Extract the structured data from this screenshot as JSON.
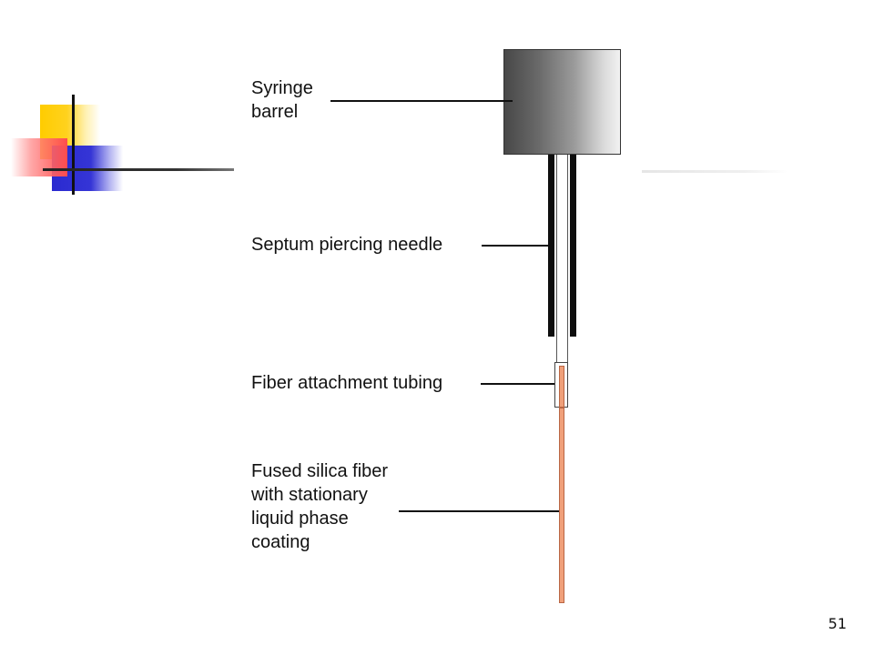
{
  "diagram": {
    "labels": {
      "syringe_barrel": [
        "Syringe",
        "barrel"
      ],
      "septum_needle": [
        "Septum piercing needle"
      ],
      "fiber_tubing": [
        "Fiber attachment tubing"
      ],
      "silica_fiber": [
        "Fused silica fiber",
        "with stationary",
        "liquid phase",
        "coating"
      ]
    }
  },
  "colors": {
    "fiber": "#f0a07a",
    "needle": "#0e0e0e",
    "barrel_dark": "#484848",
    "barrel_light": "#f2f2f2",
    "accent_yellow": "#ffcc00",
    "accent_blue": "#2a2ad0",
    "accent_red": "#ff4d4d"
  },
  "footer": {
    "page_number": "51"
  }
}
